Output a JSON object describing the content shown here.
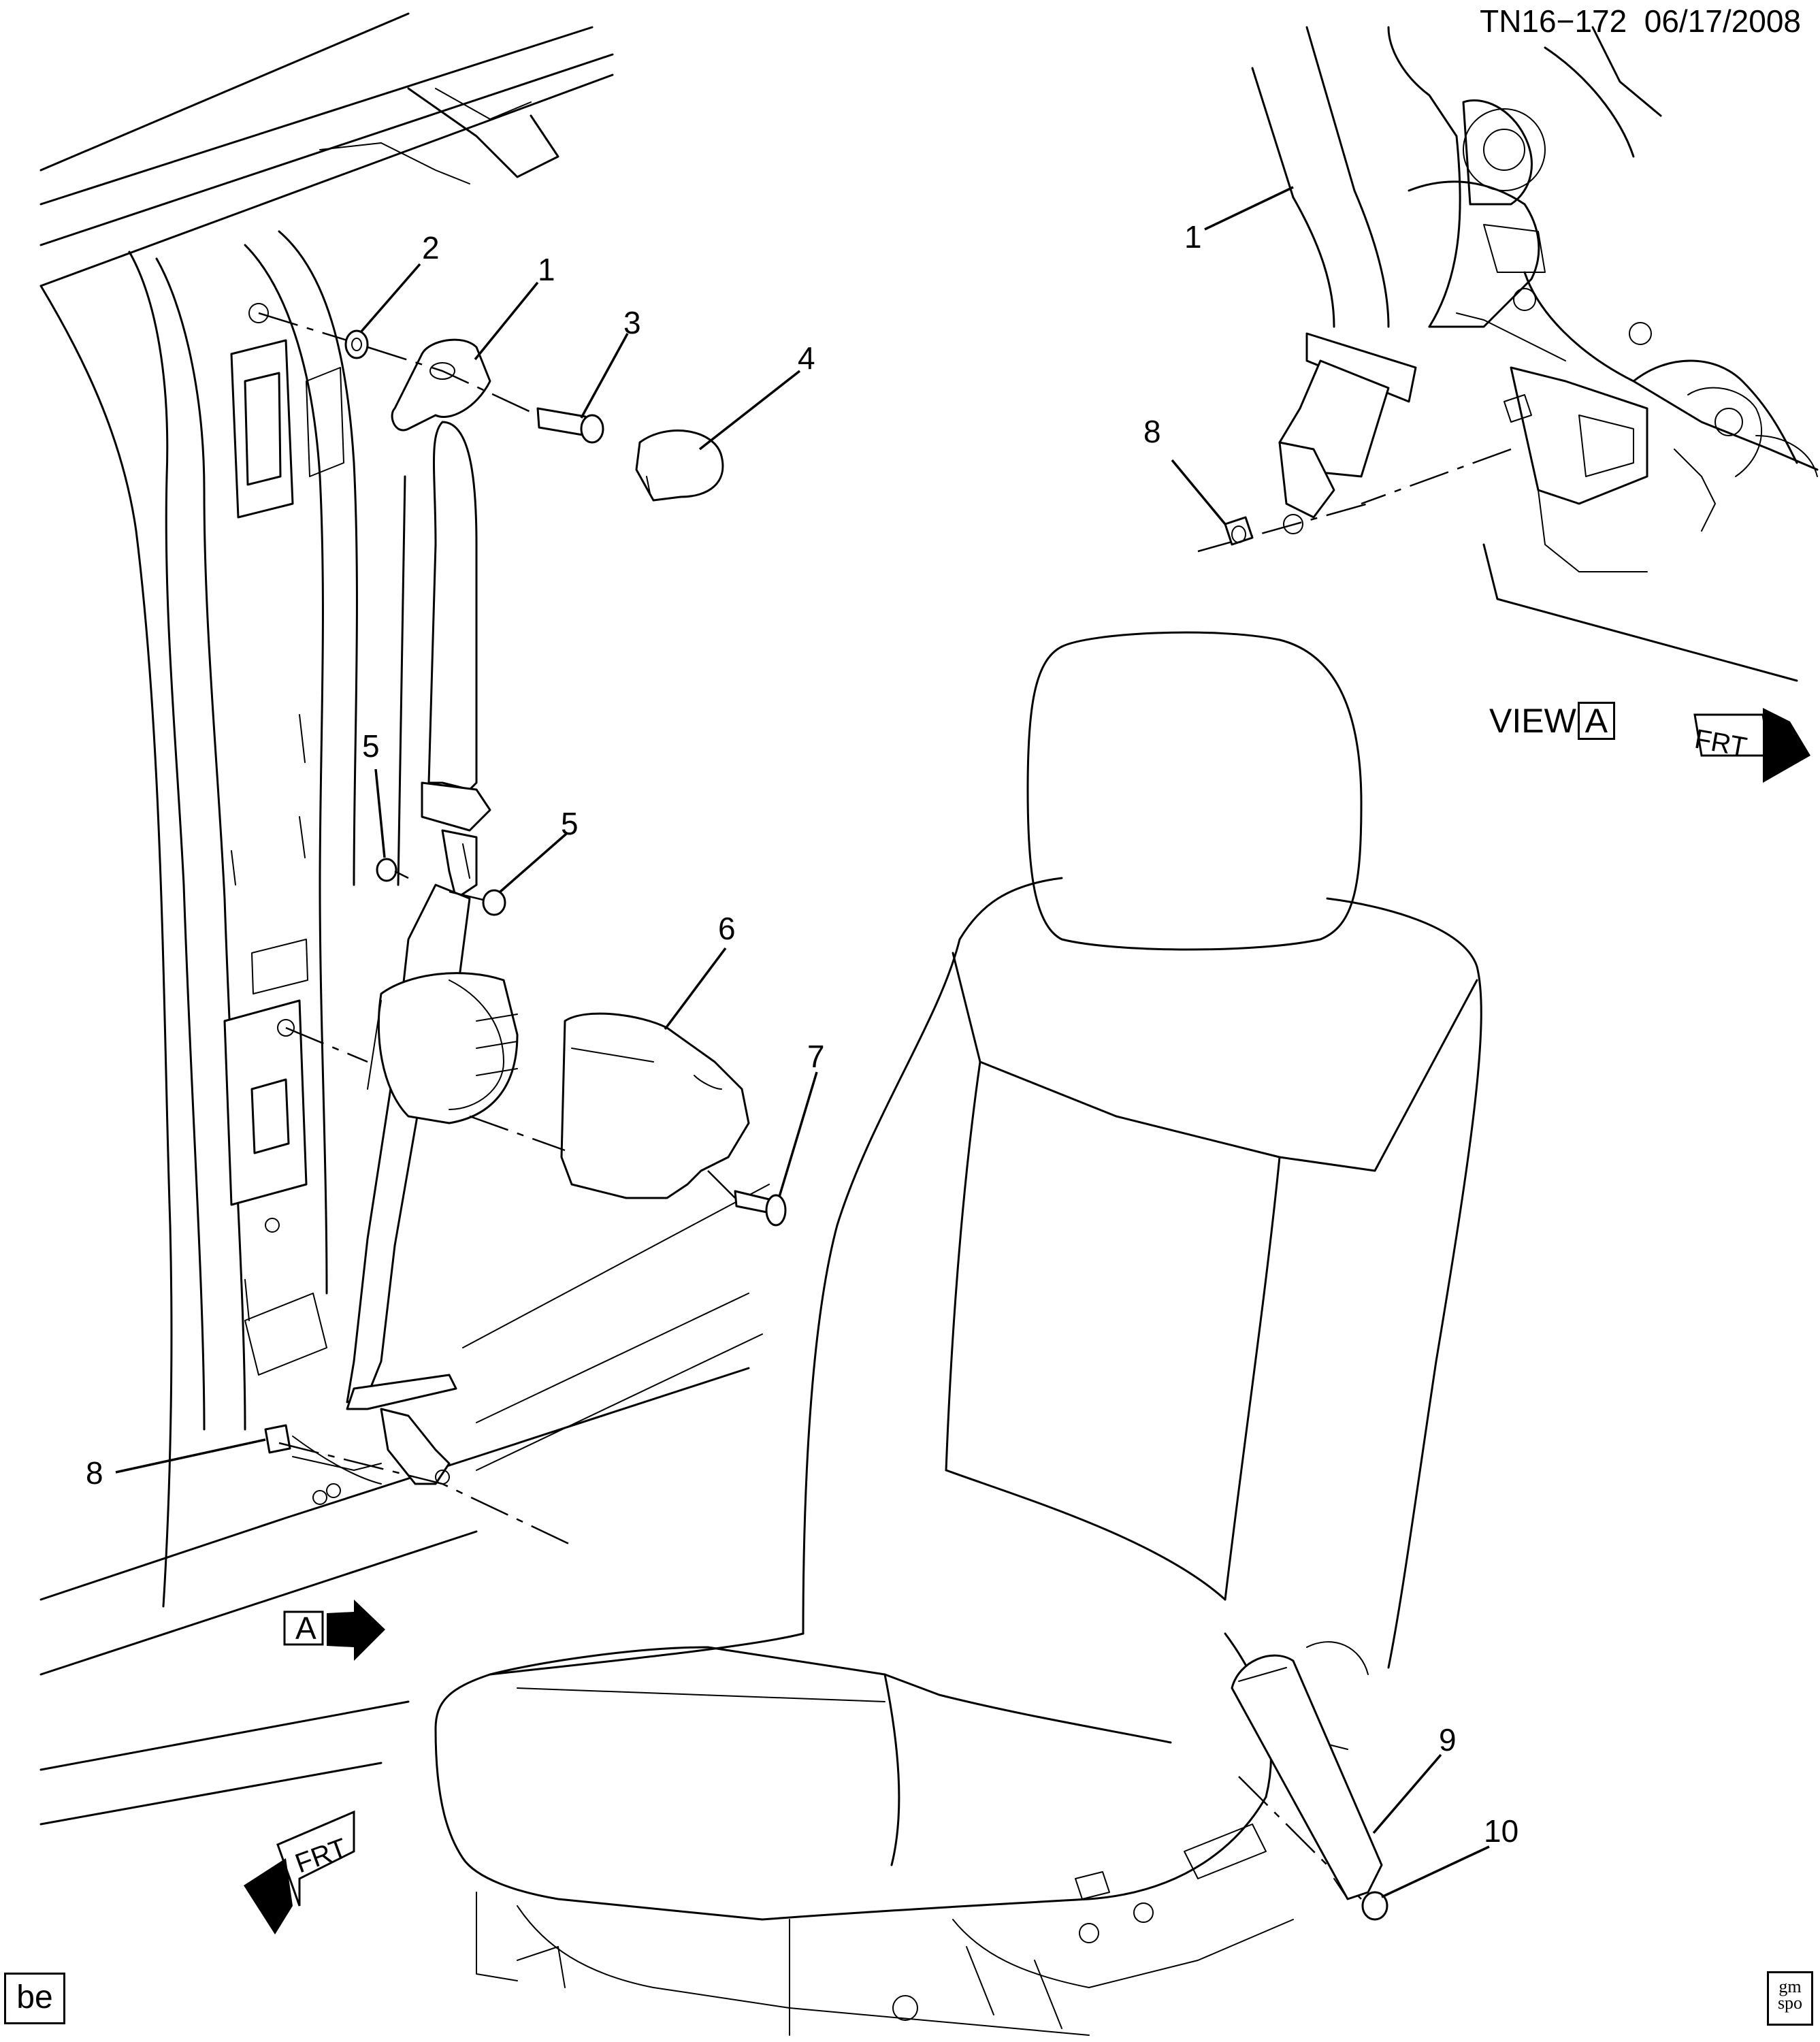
{
  "header": {
    "drawing_id": "TN16−172",
    "date": "06/17/2008"
  },
  "callouts": [
    "1",
    "2",
    "3",
    "4",
    "5",
    "5",
    "6",
    "7",
    "8",
    "8",
    "9",
    "10",
    "1"
  ],
  "view_label": {
    "text": "VIEW",
    "letter": "A"
  },
  "view_marker_letter": "A",
  "direction_labels": {
    "front_main": "FRT",
    "front_view": "FRT"
  },
  "code_box": "be",
  "logo": {
    "line1": "gm",
    "line2": "spo"
  },
  "icons": [
    "front-arrow-icon",
    "view-a-arrow-icon",
    "gm-spo-logo"
  ]
}
